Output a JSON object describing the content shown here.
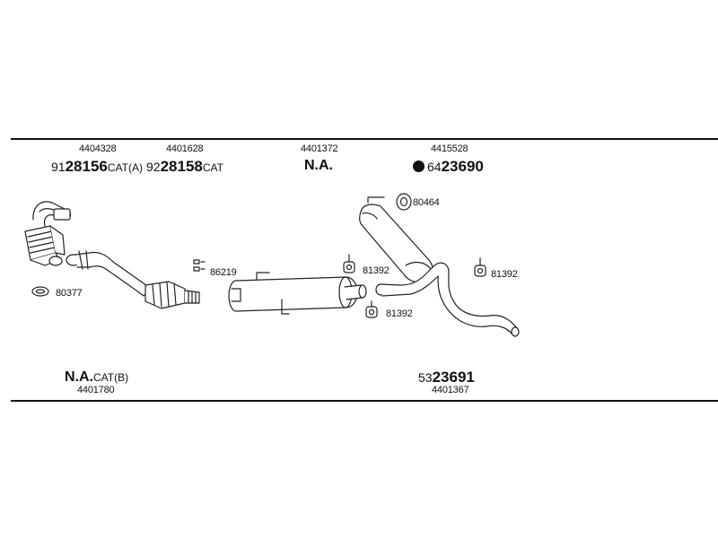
{
  "top": {
    "p1": {
      "ref": "4404328",
      "prefix": "91",
      "code": "28156",
      "suffix": "CAT(A)"
    },
    "p2": {
      "ref": "4401628",
      "prefix": "92",
      "code": "28158",
      "suffix": "CAT"
    },
    "p3": {
      "ref": "4401372",
      "label": "N.A."
    },
    "p4": {
      "ref": "4415528",
      "prefix": "64",
      "code": "23690"
    }
  },
  "bottom": {
    "left": {
      "label": "N.A.",
      "suffix": "CAT(B)",
      "ref": "4401780"
    },
    "right": {
      "prefix": "53",
      "code": "23691",
      "ref": "4401367"
    }
  },
  "callouts": {
    "gasket": "80377",
    "clamp": "86219",
    "hanger_a": "81392",
    "hanger_b": "81392",
    "hanger_c": "81392",
    "ring_hanger": "80464"
  }
}
